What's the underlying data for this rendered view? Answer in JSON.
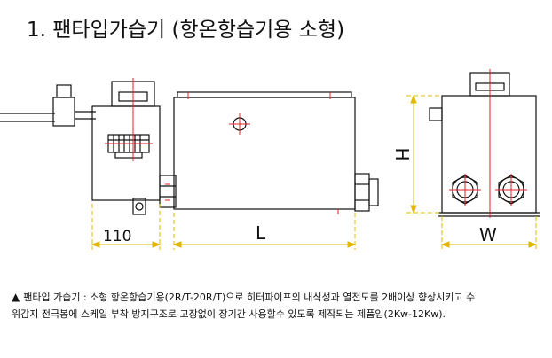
{
  "title": "1. 팬타입가습기 (항온항습기용 소형)",
  "dimensions": {
    "side_length": "110",
    "length": "L",
    "height": "H",
    "width": "W"
  },
  "caption": {
    "marker": "▲",
    "line1": "팬타입 가습기 : 소형 항온항습기용(2R/T-20R/T)으로  히터파이프의 내식성과 열전도를  2배이상 향상시키고  수",
    "line2": "위감지 전극봉에 스케일 부착 방지구조로  고장없이 장기간 사용할수 있도록 제작되는  제품임(2Kw-12Kw)."
  },
  "colors": {
    "line": "#111111",
    "center_line": "#e0202a",
    "dimension": "#e0b800"
  }
}
